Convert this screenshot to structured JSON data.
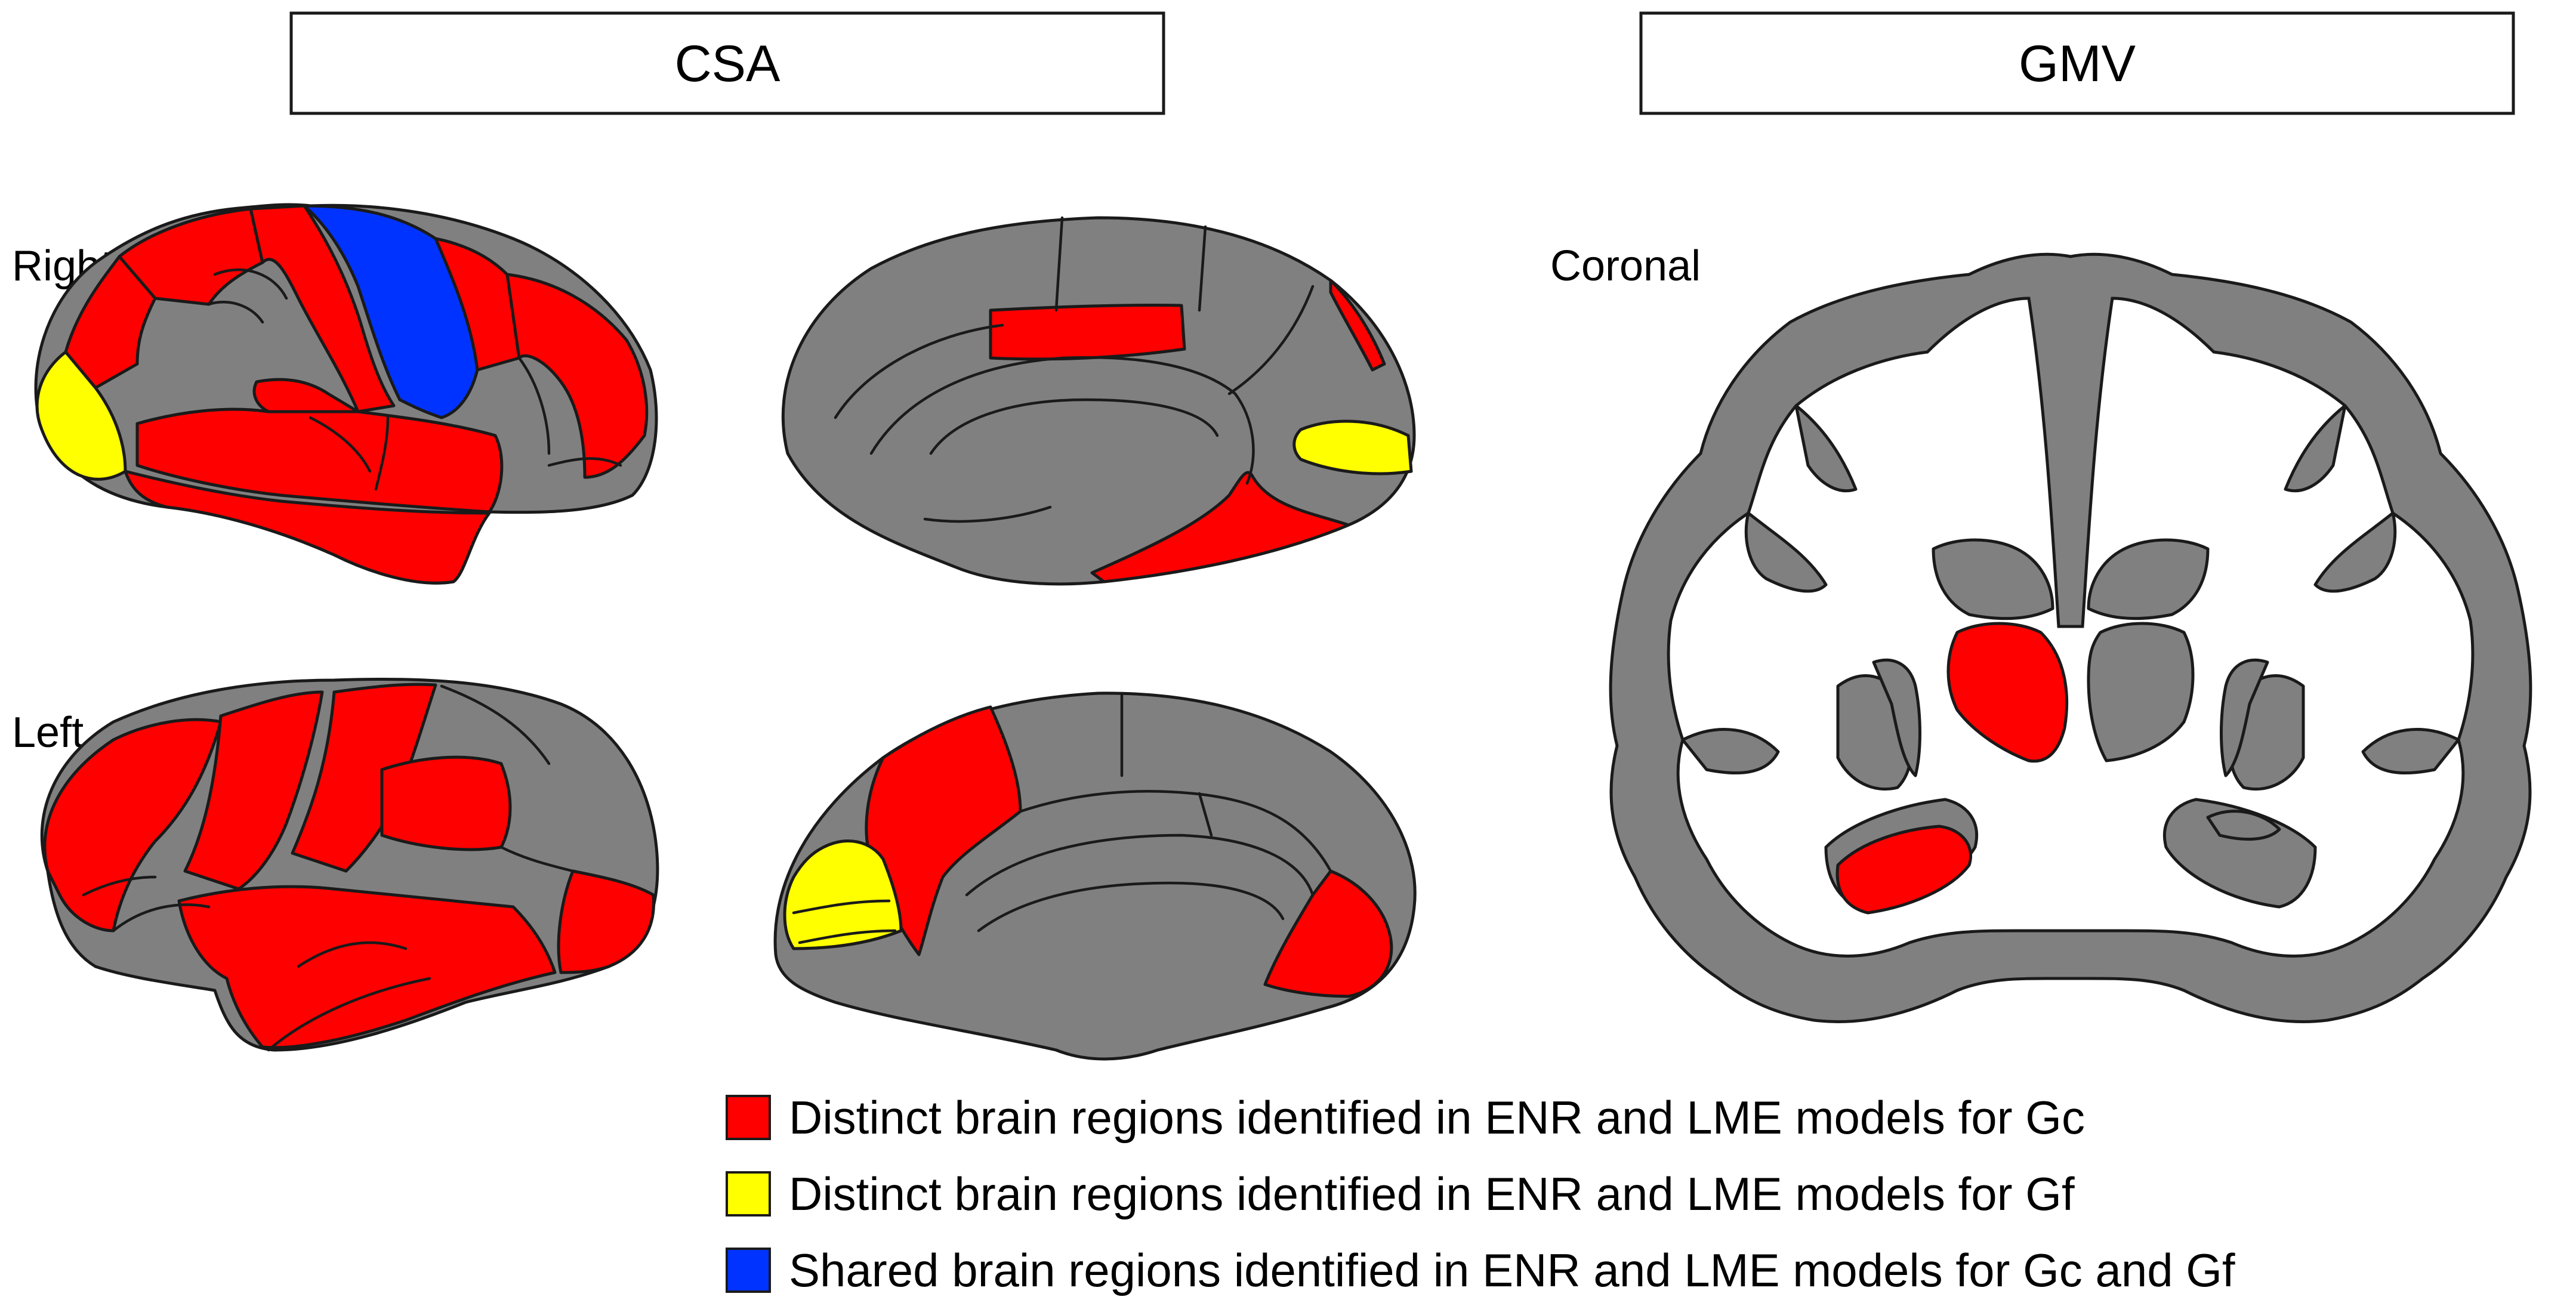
{
  "panels": {
    "csa": {
      "title": "CSA"
    },
    "gmv": {
      "title": "GMV"
    }
  },
  "views": {
    "right": "Right",
    "left": "Left",
    "coronal": "Coronal"
  },
  "legend": [
    {
      "color": "#ff0000",
      "label": "Distinct brain regions identified in ENR and LME models for Gc"
    },
    {
      "color": "#ffff00",
      "label": "Distinct brain regions identified in ENR and LME models for Gf"
    },
    {
      "color": "#0033ff",
      "label": "Shared brain regions identified in ENR and LME models for Gc and Gf"
    }
  ],
  "colors": {
    "gc": "#ff0000",
    "gf": "#ffff00",
    "shared": "#0033ff",
    "unselected": "#808080",
    "white_matter": "#ffffff"
  }
}
